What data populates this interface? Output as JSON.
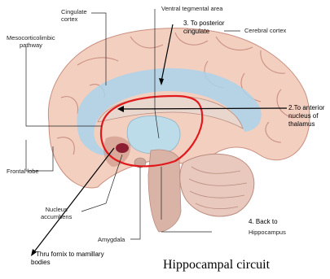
{
  "labels": {
    "cingulate_cortex": [
      "Cingulate",
      "cortex"
    ],
    "ventral_tegmental_area": "Ventral tegmental area",
    "cerebral_cortex": "Cerebral cortex",
    "mesocorticolimbic_pathway": [
      "Mesocorticolimbic",
      "pathway"
    ],
    "frontal_lobe": "Frontal lobe",
    "nucleus_accumbens": [
      "Nucleus",
      "accumbens"
    ],
    "amygdala": "Amygdala",
    "hippocampus": "Hippocampus"
  },
  "annotations": {
    "step3": [
      "3. To posterior",
      "cingulate"
    ],
    "step2": [
      "2.To anterior",
      "nucleus of",
      "thalamus"
    ],
    "step4": [
      "4. Back to"
    ],
    "step1": [
      "Thru fornix to mamillary",
      "bodies"
    ]
  },
  "caption": "Hippocampal circuit",
  "colors": {
    "brain_fill": "#f3cfc0",
    "gyrus_line": "#c98f80",
    "limbic_blue": "#a9d3ea",
    "circuit_red": "#e0191c",
    "cerebellum": "#e9c8bd",
    "brainstem": "#d9b3a6"
  }
}
